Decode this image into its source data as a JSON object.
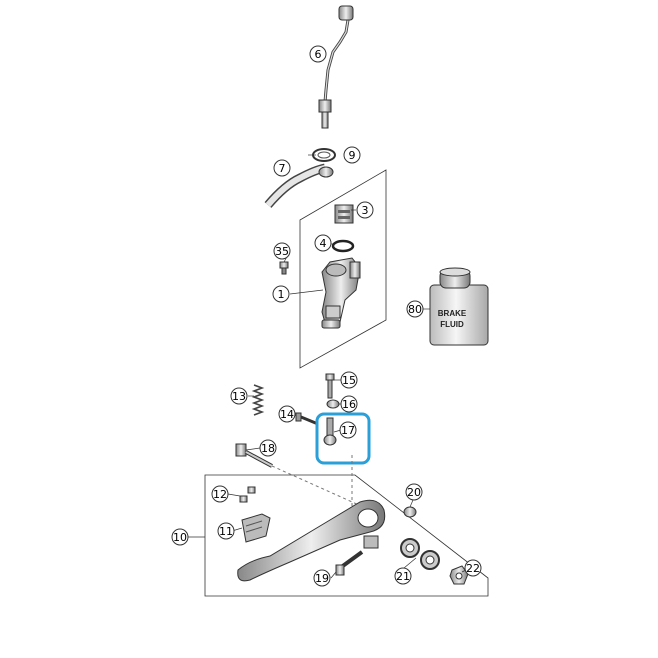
{
  "diagram": {
    "callouts": [
      {
        "id": "c6",
        "label": "6"
      },
      {
        "id": "c7",
        "label": "7"
      },
      {
        "id": "c9",
        "label": "9"
      },
      {
        "id": "c3",
        "label": "3"
      },
      {
        "id": "c4",
        "label": "4"
      },
      {
        "id": "c35",
        "label": "35"
      },
      {
        "id": "c1",
        "label": "1"
      },
      {
        "id": "c80",
        "label": "80"
      },
      {
        "id": "c15",
        "label": "15"
      },
      {
        "id": "c13",
        "label": "13"
      },
      {
        "id": "c16",
        "label": "16"
      },
      {
        "id": "c14",
        "label": "14"
      },
      {
        "id": "c17",
        "label": "17"
      },
      {
        "id": "c18",
        "label": "18"
      },
      {
        "id": "c20",
        "label": "20"
      },
      {
        "id": "c12",
        "label": "12"
      },
      {
        "id": "c10",
        "label": "10"
      },
      {
        "id": "c11",
        "label": "11"
      },
      {
        "id": "c21",
        "label": "21"
      },
      {
        "id": "c22",
        "label": "22"
      },
      {
        "id": "c19",
        "label": "19"
      }
    ],
    "bottle_label_line1": "BRAKE",
    "bottle_label_line2": "FLUID",
    "highlight_color": "#2a9fd8"
  }
}
